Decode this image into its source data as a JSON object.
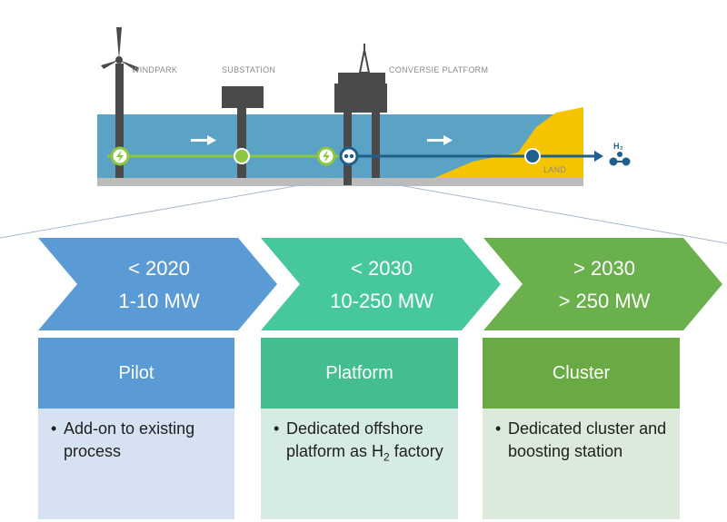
{
  "diagram": {
    "labels": {
      "windpark": "WINDPARK",
      "substation": "SUBSTATION",
      "platform": "CONVERSIE PLATFORM",
      "land": "LAND",
      "h2": "H₂"
    }
  },
  "phases": [
    {
      "period": "< 2020",
      "capacity": "1-10 MW",
      "name": "Pilot",
      "description": "Add-on to existing process",
      "colors": {
        "chevron": "#5b9bd5",
        "header": "#5b9bd5",
        "body": "#d6e1f2"
      }
    },
    {
      "period": "< 2030",
      "capacity": "10-250 MW",
      "name": "Platform",
      "description_pre": "Dedicated offshore platform as H",
      "description_sub": "2",
      "description_post": " factory",
      "colors": {
        "chevron": "#46c89b",
        "header": "#45be8f",
        "body": "#d6ece2"
      }
    },
    {
      "period": "> 2030",
      "capacity": "> 250 MW",
      "name": "Cluster",
      "description": "Dedicated cluster and boosting station",
      "colors": {
        "chevron": "#6ab04c",
        "header": "#6aaa45",
        "body": "#dceadc"
      }
    }
  ],
  "colors": {
    "sea": "#5ba3c4",
    "seabed": "#bcbcbc",
    "land": "#f5c400",
    "structure": "#4a4a4a",
    "line_green": "#8dc63f",
    "line_blue": "#1f5f8b"
  }
}
